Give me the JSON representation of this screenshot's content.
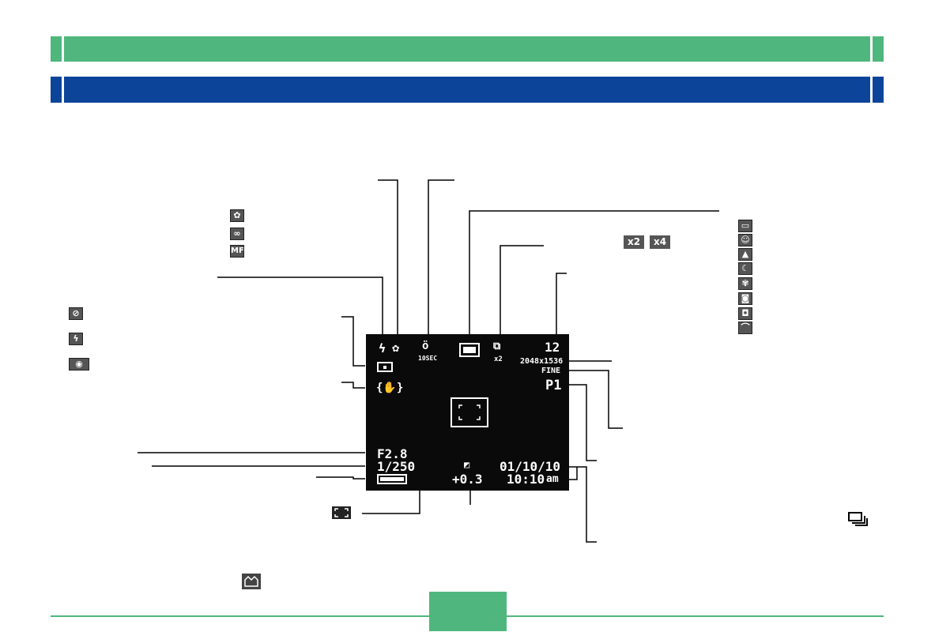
{
  "lcd": {
    "shots_remaining": "12",
    "resolution": "2048x1536",
    "quality": "FINE",
    "mode": "P1",
    "aperture": "F2.8",
    "shutter": "1/250",
    "exposure": "+0.3",
    "date": "01/10/10",
    "time": "10:10",
    "ampm": "am",
    "self_timer": "10SEC",
    "zoom": "x2"
  },
  "legend": {
    "zoom_badges": [
      "x2",
      "x4"
    ],
    "focus_icons": [
      "macro-icon",
      "infinity-icon",
      "manual-focus-icon"
    ],
    "flash_icons": [
      "flash-off-icon",
      "flash-on-icon",
      "red-eye-icon"
    ],
    "scene_icons": [
      "normal-icon",
      "portrait-icon",
      "landscape-icon",
      "night-scene-icon",
      "flower-icon",
      "bestshot-icon",
      "past-icon",
      "scene-icon"
    ],
    "focus_frame_icon": "focus-frame-icon",
    "continuous_icon": "continuous-shooting-icon",
    "cable_icon": "no-shake-icon"
  },
  "colors": {
    "green": "#4fb77d",
    "blue": "#0c449a"
  }
}
